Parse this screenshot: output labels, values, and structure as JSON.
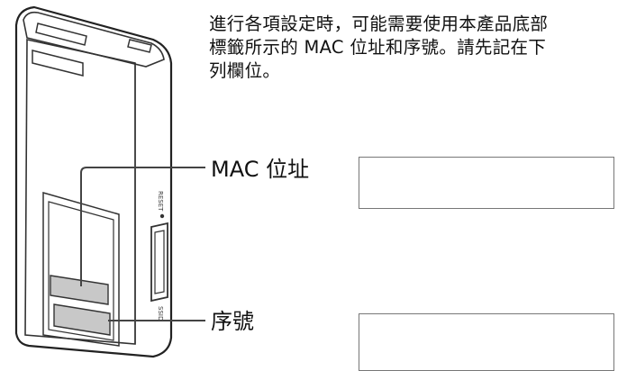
{
  "instructions": {
    "lines": [
      "進行各項設定時，可能需要使用本產品底部",
      "標籤所示的 MAC 位址和序號。請先記在下",
      "列欄位。"
    ]
  },
  "fields": {
    "mac_label": "MAC 位址",
    "serial_label": "序號"
  },
  "device": {
    "side_text": "RESET",
    "side_text_2": "SSID"
  },
  "colors": {
    "line": "#222222",
    "sticker_fill": "#c8c8c8",
    "box_border": "#777777"
  }
}
